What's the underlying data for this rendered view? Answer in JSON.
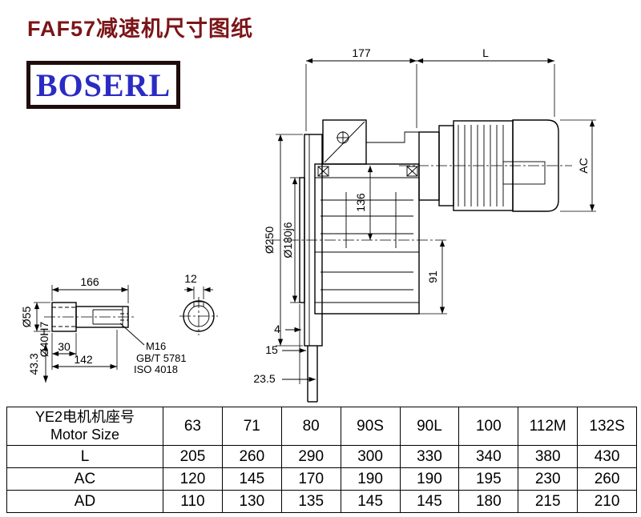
{
  "page": {
    "title": "FAF57减速机尺寸图纸",
    "logo_text": "BOSERL"
  },
  "drawing": {
    "main_view": {
      "dim_width_gearbox": "177",
      "dim_motor_length": "L",
      "dim_motor_height": "AC",
      "dim_flange_od": "Ø250",
      "dim_spigot": "Ø180j6",
      "dim_center_1": "136",
      "dim_center_2": "91",
      "dim_spigot_depth": "4",
      "dim_shaft_offset_1": "15",
      "dim_shaft_offset_2": "23.5"
    },
    "shaft_view": {
      "dim_total_length": "166",
      "dim_key_width": "12",
      "dim_outer_dia": "Ø55",
      "dim_bore_dia": "Ø40H7",
      "dim_len_30": "30",
      "dim_len_142": "142",
      "dim_key_height": "43.3",
      "note_thread": "M16",
      "note_standard_1": "GB/T 5781",
      "note_standard_2": "ISO 4018"
    }
  },
  "table": {
    "header": {
      "line1": "YE2电机机座号",
      "line2": "Motor Size"
    },
    "motor_sizes": [
      "63",
      "71",
      "80",
      "90S",
      "90L",
      "100",
      "112M",
      "132S"
    ],
    "rows": [
      {
        "label": "L",
        "values": [
          "205",
          "260",
          "290",
          "300",
          "330",
          "340",
          "380",
          "430"
        ]
      },
      {
        "label": "AC",
        "values": [
          "120",
          "145",
          "170",
          "190",
          "190",
          "195",
          "230",
          "260"
        ]
      },
      {
        "label": "AD",
        "values": [
          "110",
          "130",
          "135",
          "145",
          "145",
          "180",
          "215",
          "210"
        ]
      }
    ]
  }
}
